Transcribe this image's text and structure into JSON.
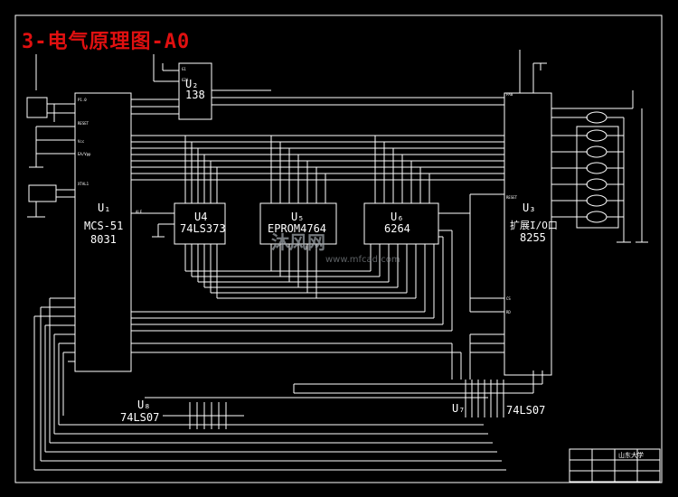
{
  "title": "3-电气原理图-A0",
  "chips": {
    "u1": {
      "ref": "U₁",
      "line1": "MCS-51",
      "line2": "8031"
    },
    "u2": {
      "ref": "U₂",
      "part": "138"
    },
    "u4": {
      "ref": "U4",
      "part": "74LS373"
    },
    "u5": {
      "ref": "U₅",
      "part": "EPROM4764"
    },
    "u6": {
      "ref": "U₆",
      "part": "6264"
    },
    "u3": {
      "ref": "U₃",
      "line1": "扩展I/O口",
      "line2": "8255"
    },
    "u8": {
      "ref": "U₈",
      "part": "74LS07"
    },
    "u7": {
      "ref": "U₇",
      "part": "74LS07"
    }
  },
  "watermark": {
    "brand": "沐风网",
    "url": "www.mfcad.com"
  },
  "title_block": {
    "org": "山东大学"
  },
  "colors": {
    "title": "#e01010",
    "wire": "#ffffff",
    "background": "#000000"
  }
}
